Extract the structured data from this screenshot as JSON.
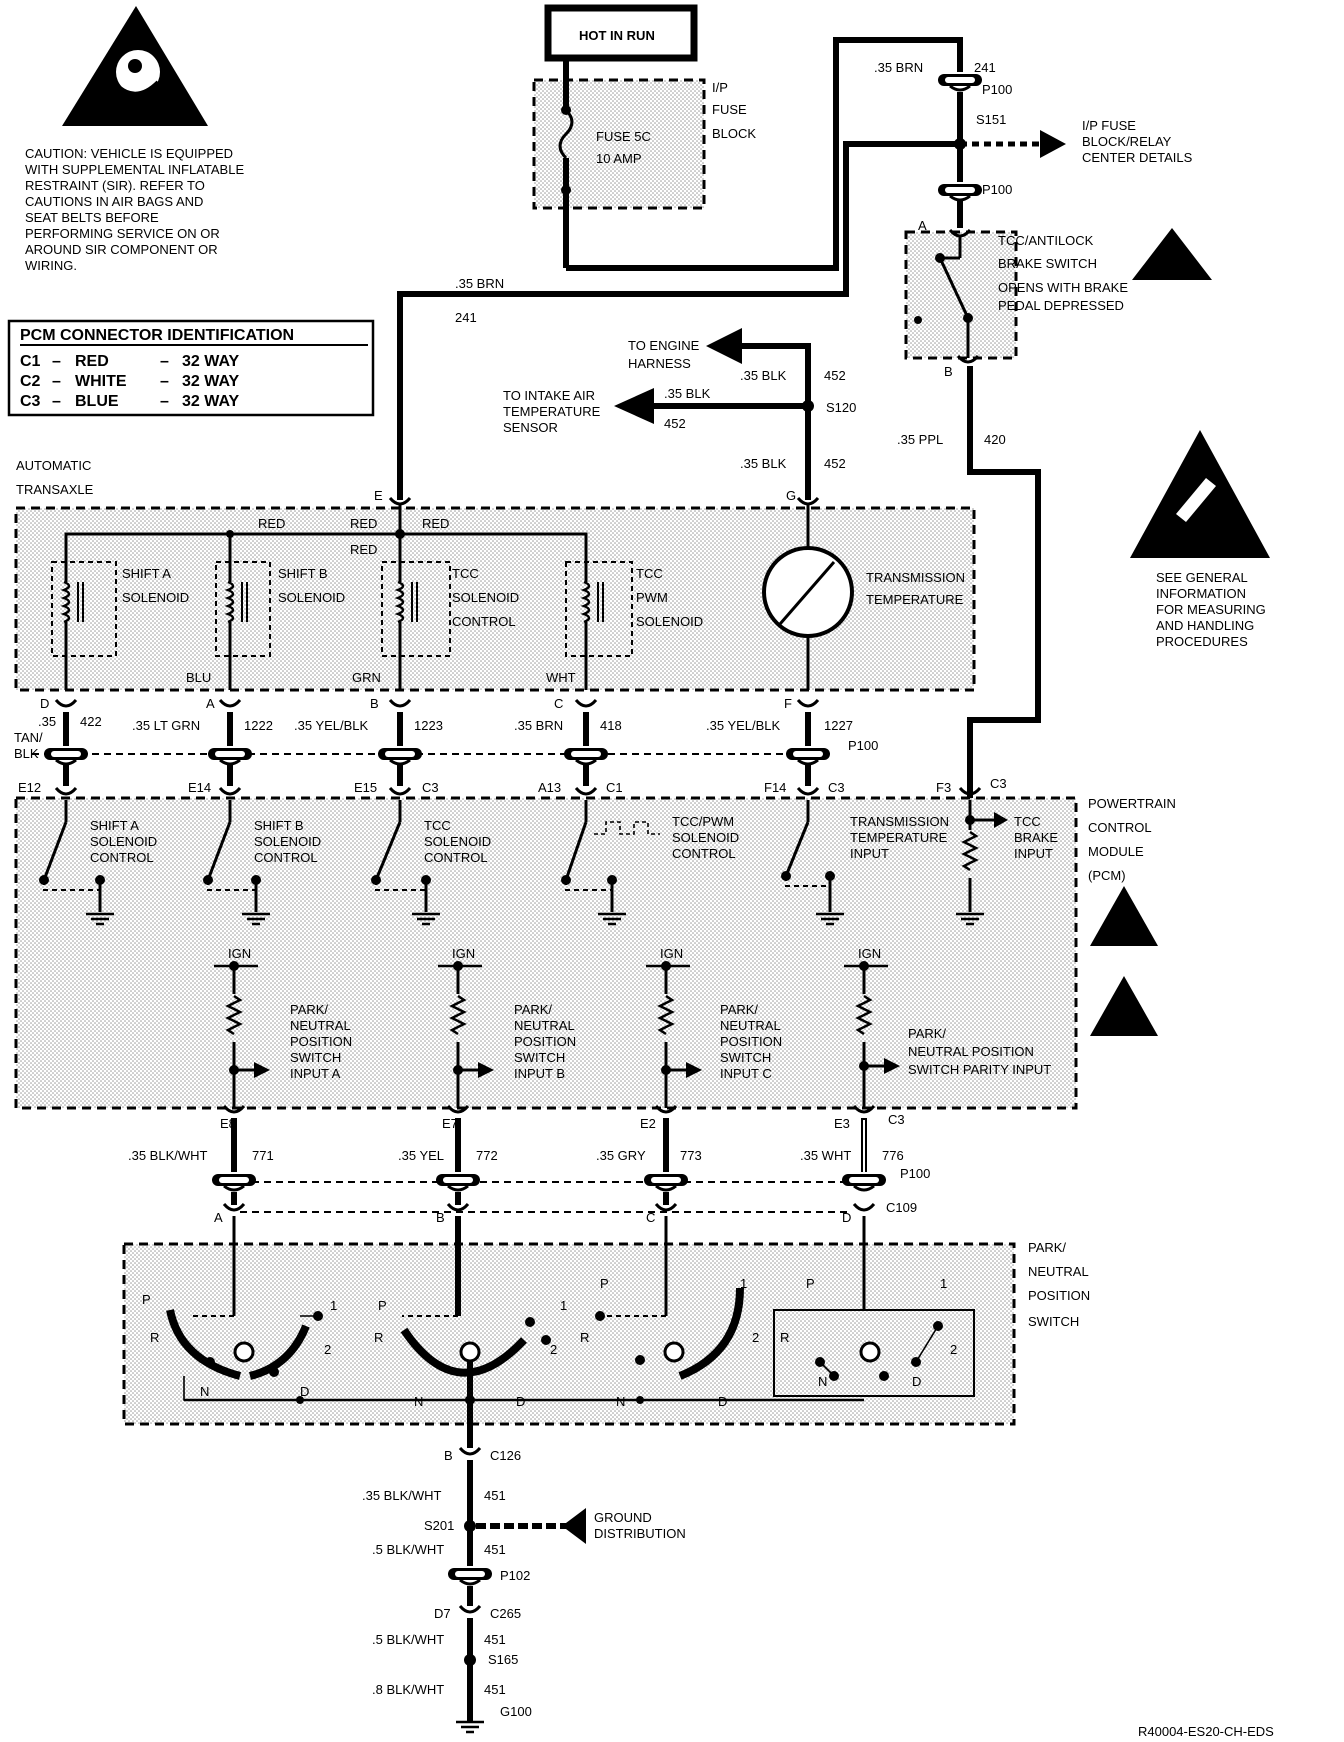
{
  "caution": {
    "lines": [
      "CAUTION: VEHICLE IS EQUIPPED",
      "WITH SUPPLEMENTAL INFLATABLE",
      "RESTRAINT (SIR). REFER TO",
      "CAUTIONS IN AIR BAGS AND",
      "SEAT BELTS BEFORE",
      "PERFORMING SERVICE ON OR",
      "AROUND SIR COMPONENT OR",
      "WIRING."
    ]
  },
  "pcm_id": {
    "title": "PCM CONNECTOR IDENTIFICATION",
    "rows": [
      {
        "conn": "C1",
        "color": "RED",
        "way": "32 WAY"
      },
      {
        "conn": "C2",
        "color": "WHITE",
        "way": "32 WAY"
      },
      {
        "conn": "C3",
        "color": "BLUE",
        "way": "32 WAY"
      }
    ],
    "dash": "–"
  },
  "top": {
    "hot_in_run": "HOT IN RUN",
    "fuse_block": [
      "I/P",
      "FUSE",
      "BLOCK"
    ],
    "fuse": [
      "FUSE 5C",
      "10 AMP"
    ],
    "wire_241_top": {
      "gauge": ".35 BRN",
      "circuit": "241"
    },
    "p100": "P100",
    "s151": "S151",
    "relay_center": [
      "I/P FUSE",
      "BLOCK/RELAY",
      "CENTER DETAILS"
    ],
    "brake_switch": [
      "TCC/ANTILOCK",
      "BRAKE SWITCH",
      "OPENS WITH BRAKE",
      "PEDAL DEPRESSED"
    ],
    "pin_a": "A",
    "pin_b": "B",
    "wire_420": {
      "gauge": ".35 PPL",
      "circuit": "420"
    },
    "wire_241_left": {
      "gauge": ".35 BRN",
      "circuit": "241"
    },
    "engine_harness": [
      "TO ENGINE",
      "HARNESS"
    ],
    "wire_452_a": {
      "gauge": ".35 BLK",
      "circuit": "452"
    },
    "wire_452_b": {
      "gauge": ".35 BLK",
      "circuit": "452"
    },
    "wire_452_c": {
      "gauge": ".35 BLK",
      "circuit": "452"
    },
    "s120": "S120",
    "intake_air": [
      "TO INTAKE AIR",
      "TEMPERATURE",
      "SENSOR"
    ],
    "esd_note": [
      "SEE GENERAL",
      "INFORMATION",
      "FOR MEASURING",
      "AND HANDLING",
      "PROCEDURES"
    ]
  },
  "transaxle": {
    "label": [
      "AUTOMATIC",
      "TRANSAXLE"
    ],
    "pin_e": "E",
    "pin_g": "G",
    "red": "RED",
    "solenoids": [
      {
        "name": [
          "SHIFT A",
          "SOLENOID"
        ]
      },
      {
        "name": [
          "SHIFT B",
          "SOLENOID"
        ]
      },
      {
        "name": [
          "TCC",
          "SOLENOID",
          "CONTROL"
        ]
      },
      {
        "name": [
          "TCC",
          "PWM",
          "SOLENOID"
        ]
      }
    ],
    "temp": [
      "TRANSMISSION",
      "TEMPERATURE"
    ],
    "wire_colors": [
      "BLU",
      "GRN",
      "WHT"
    ]
  },
  "mid_wires": [
    {
      "pin": "D",
      "gauge": ".35",
      "gauge2": "TAN/",
      "gauge3": "BLK",
      "circuit": "422",
      "pcm_pin": "E12",
      "conn": ""
    },
    {
      "pin": "A",
      "gauge": ".35 LT GRN",
      "circuit": "1222",
      "pcm_pin": "E14",
      "conn": ""
    },
    {
      "pin": "B",
      "gauge": ".35 YEL/BLK",
      "circuit": "1223",
      "pcm_pin": "E15",
      "conn": "C3"
    },
    {
      "pin": "C",
      "gauge": ".35 BRN",
      "circuit": "418",
      "pcm_pin": "A13",
      "conn": "C1"
    },
    {
      "pin": "F",
      "gauge": ".35 YEL/BLK",
      "circuit": "1227",
      "pcm_pin": "F14",
      "conn": "C3"
    }
  ],
  "p100_mid": "P100",
  "pcm": {
    "f3": "F3",
    "c3": "C3",
    "label": [
      "POWERTRAIN",
      "CONTROL",
      "MODULE",
      "(PCM)"
    ],
    "outputs": [
      [
        "SHIFT A",
        "SOLENOID",
        "CONTROL"
      ],
      [
        "SHIFT B",
        "SOLENOID",
        "CONTROL"
      ],
      [
        "TCC",
        "SOLENOID",
        "CONTROL"
      ],
      [
        "TCC/PWM",
        "SOLENOID",
        "CONTROL"
      ],
      [
        "TRANSMISSION",
        "TEMPERATURE",
        "INPUT"
      ],
      [
        "TCC",
        "BRAKE",
        "INPUT"
      ]
    ],
    "ign": "IGN",
    "inputs": [
      [
        "PARK/",
        "NEUTRAL",
        "POSITION",
        "SWITCH",
        "INPUT A"
      ],
      [
        "PARK/",
        "NEUTRAL",
        "POSITION",
        "SWITCH",
        "INPUT B"
      ],
      [
        "PARK/",
        "NEUTRAL",
        "POSITION",
        "SWITCH",
        "INPUT C"
      ],
      [
        "PARK/",
        "NEUTRAL POSITION",
        "SWITCH PARITY INPUT"
      ]
    ]
  },
  "low_wires": [
    {
      "pcm_pin": "E8",
      "gauge": ".35 BLK/WHT",
      "circuit": "771",
      "pin": "A"
    },
    {
      "pcm_pin": "E7",
      "gauge": ".35 YEL",
      "circuit": "772",
      "pin": "B"
    },
    {
      "pcm_pin": "E2",
      "gauge": ".35 GRY",
      "circuit": "773",
      "pin": "C"
    },
    {
      "pcm_pin": "E3",
      "gauge": ".35 WHT",
      "circuit": "776",
      "pin": "D"
    }
  ],
  "p100_low": "P100",
  "c3_low": "C3",
  "c109": "C109",
  "pns": {
    "label": [
      "PARK/",
      "NEUTRAL",
      "POSITION",
      "SWITCH"
    ],
    "pos": {
      "p": "P",
      "r": "R",
      "n": "N",
      "d": "D",
      "one": "1",
      "two": "2"
    }
  },
  "ground": {
    "b": "B",
    "c126": "C126",
    "w1": {
      "gauge": ".35 BLK/WHT",
      "circuit": "451"
    },
    "s201": "S201",
    "gd": [
      "GROUND",
      "DISTRIBUTION"
    ],
    "w2": {
      "gauge": ".5 BLK/WHT",
      "circuit": "451"
    },
    "p102": "P102",
    "d7": "D7",
    "c265": "C265",
    "w3": {
      "gauge": ".5 BLK/WHT",
      "circuit": "451"
    },
    "s165": "S165",
    "w4": {
      "gauge": ".8 BLK/WHT",
      "circuit": "451"
    },
    "g100": "G100"
  },
  "doc_id": "R40004-ES20-CH-EDS"
}
